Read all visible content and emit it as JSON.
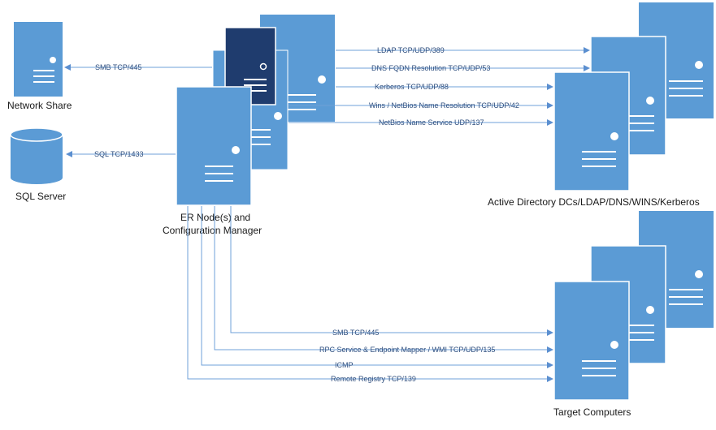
{
  "nodes": {
    "network_share": "Network Share",
    "sql_server": "SQL Server",
    "er_node_line1": "ER Node(s) and",
    "er_node_line2": "Configuration Manager",
    "active_directory": "Active Directory DCs/LDAP/DNS/WINS/Kerberos",
    "target_computers": "Target Computers"
  },
  "connections": {
    "smb_share": "SMB TCP/445",
    "sql": "SQL TCP/1433",
    "ldap": "LDAP TCP/UDP/389",
    "dns": "DNS FQDN Resolution TCP/UDP/53",
    "kerberos": "Kerberos TCP/UDP/88",
    "wins": "Wins / NetBios Name Resolution TCP/UDP/42",
    "netbios": "NetBios Name Service UDP/137",
    "smb_target": "SMB TCP/445",
    "rpc": "RPC Service & Endpoint Mapper / WMI TCP/UDP/135",
    "icmp": "ICMP",
    "remote_registry": "Remote Registry TCP/139"
  },
  "colors": {
    "server": "#5b9bd5",
    "server_dark": "#1f3c6e",
    "connector": "#6fa0d8"
  }
}
